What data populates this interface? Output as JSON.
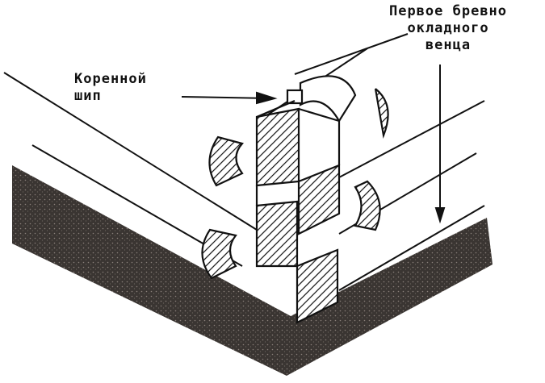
{
  "labels": {
    "root_tenon": [
      "Коренной",
      "шип"
    ],
    "first_log": [
      "Первое бревно",
      "окладного",
      "венца"
    ]
  },
  "colors": {
    "ink": "#111111",
    "ground": "#3a3532",
    "paper": "#ffffff"
  }
}
